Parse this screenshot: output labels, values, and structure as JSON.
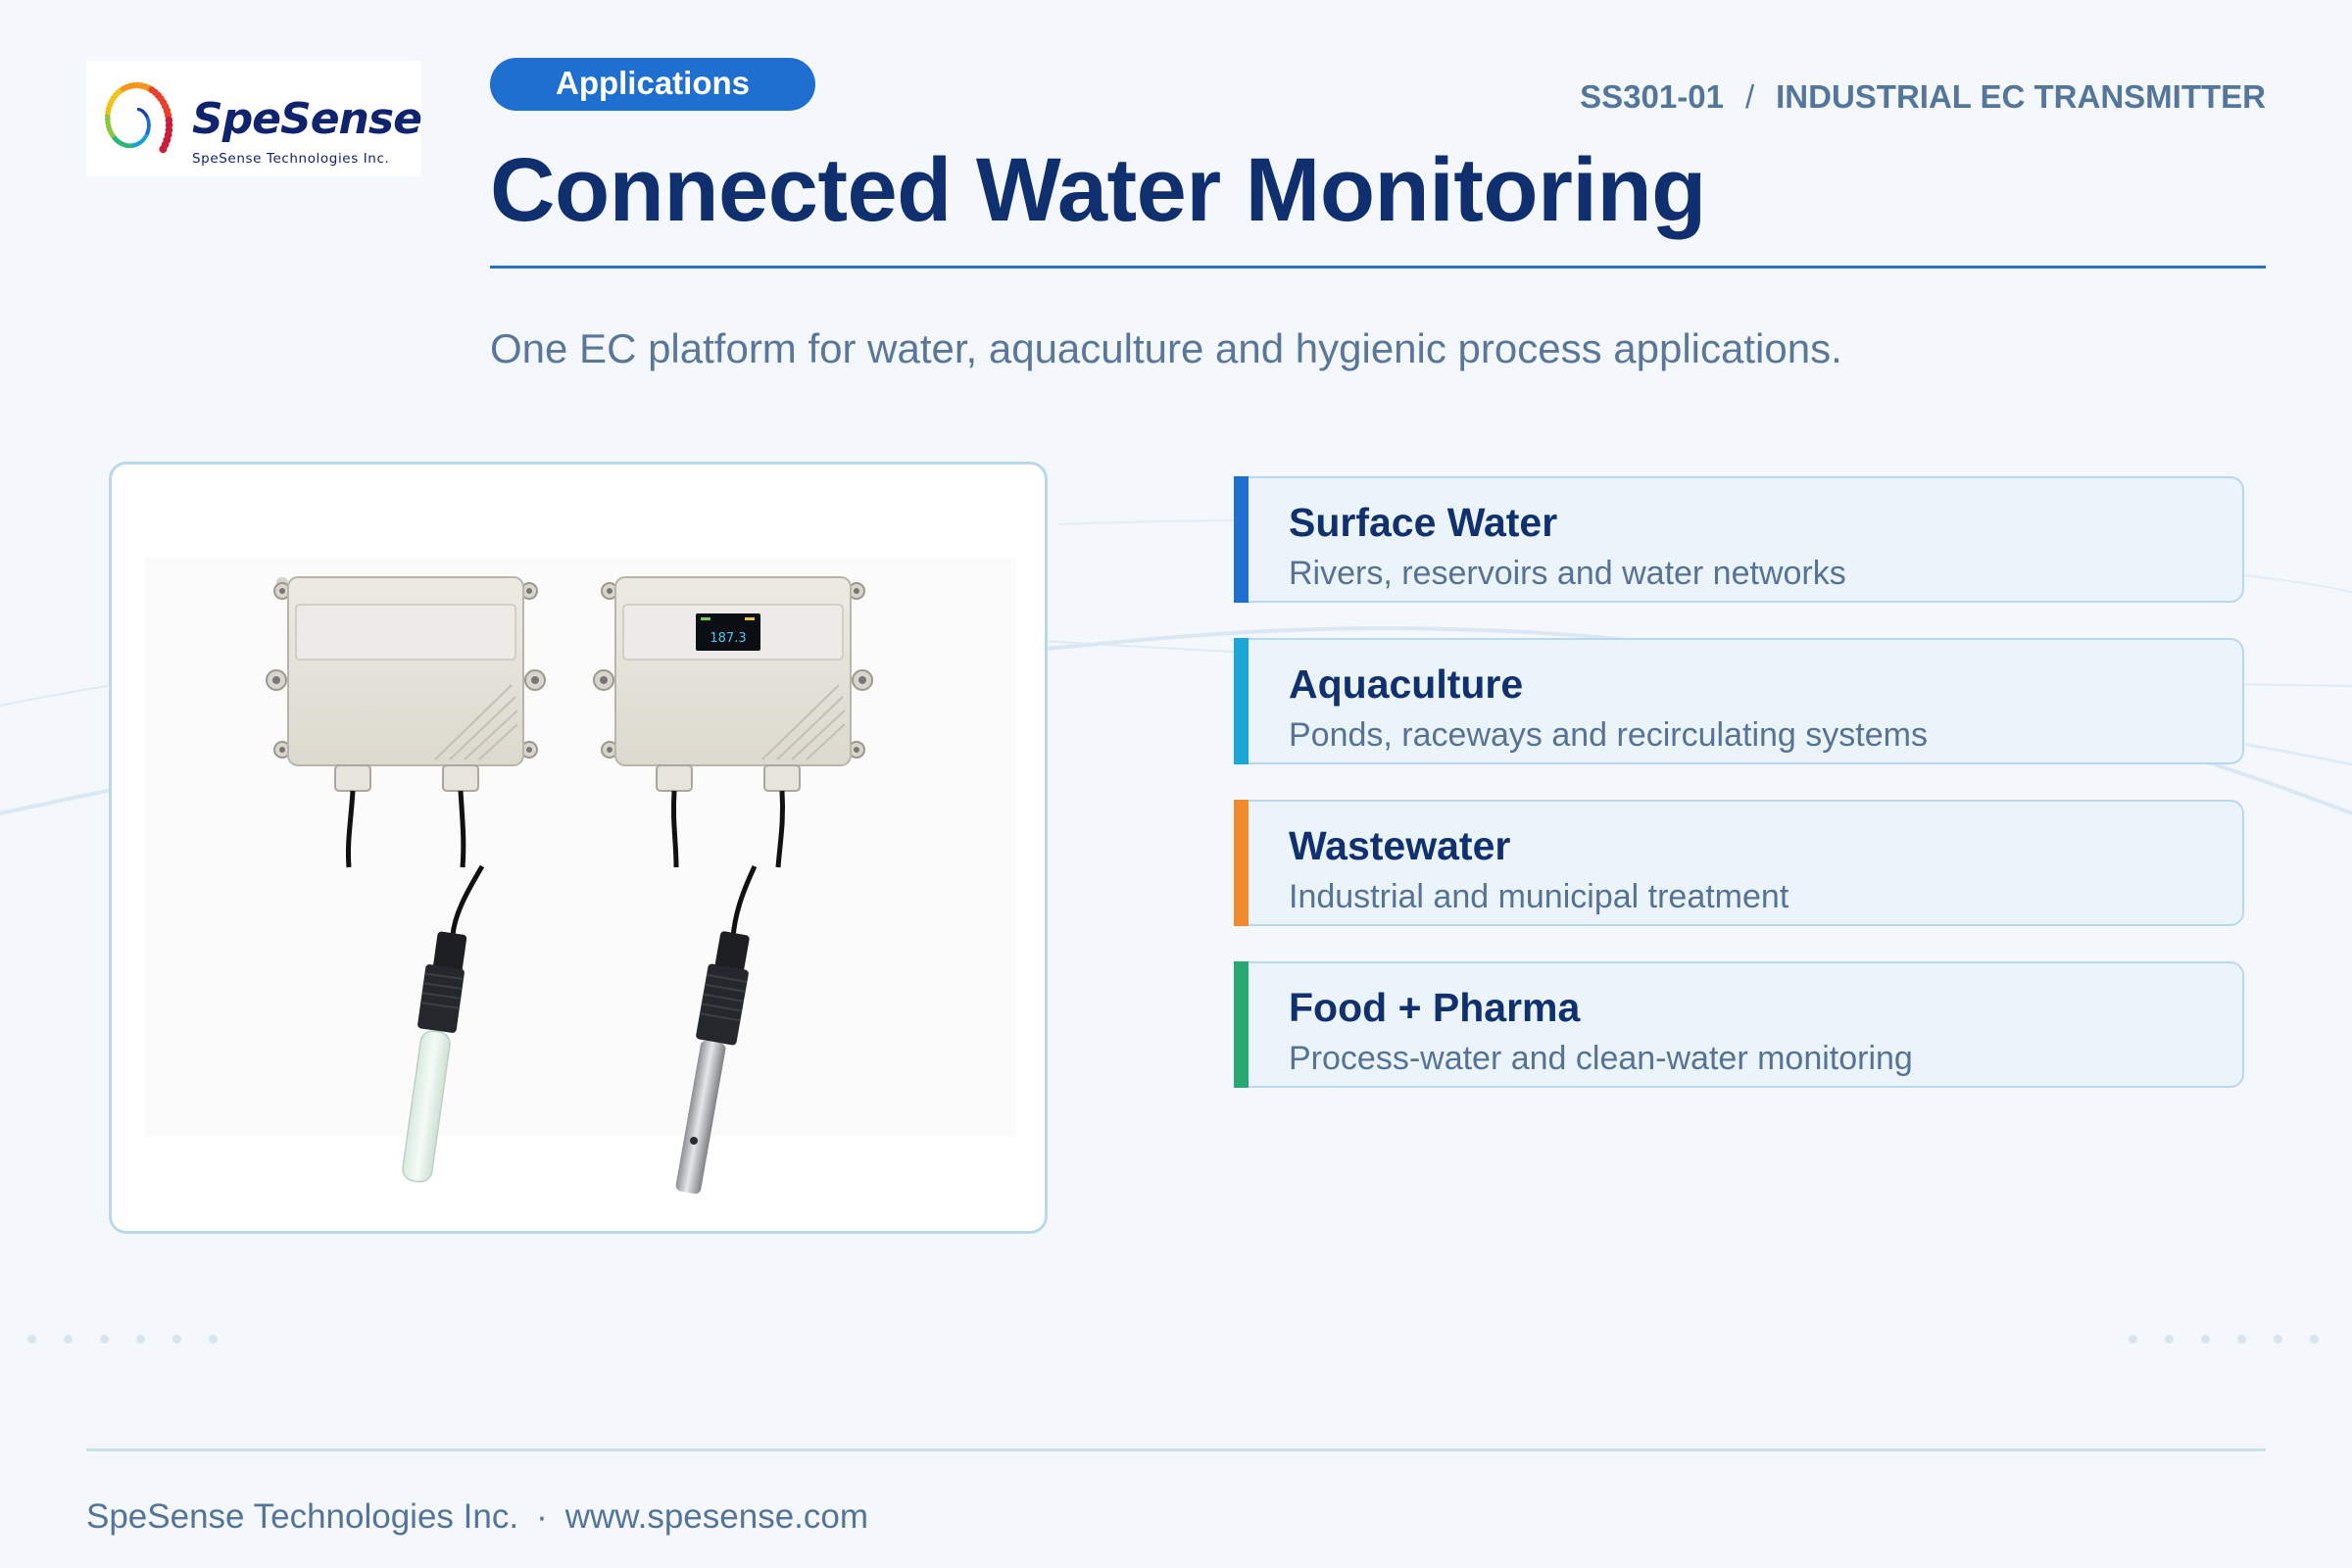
{
  "brand": {
    "name": "SpeSense",
    "tagline": "SpeSense Technologies Inc."
  },
  "header": {
    "badge": "Applications",
    "product_code": "SS301-01",
    "separator": "/",
    "product_name": "INDUSTRIAL EC TRANSMITTER",
    "title": "Connected Water Monitoring",
    "subtitle": "One EC platform for water, aquaculture and hygienic process applications."
  },
  "product_image": {
    "display_reading": "187.3"
  },
  "applications": [
    {
      "title": "Surface Water",
      "description": "Rivers, reservoirs and water networks",
      "accent": "#1f6fd0"
    },
    {
      "title": "Aquaculture",
      "description": "Ponds, raceways and recirculating systems",
      "accent": "#1aa7d6"
    },
    {
      "title": "Wastewater",
      "description": "Industrial and municipal treatment",
      "accent": "#f08a2c"
    },
    {
      "title": "Food + Pharma",
      "description": "Process-water and clean-water monitoring",
      "accent": "#2aa874"
    }
  ],
  "footer": {
    "company": "SpeSense Technologies Inc.",
    "separator": "·",
    "website": "www.spesense.com"
  },
  "colors": {
    "primary": "#1f6fd0",
    "title": "#0f2f6e",
    "background": "#f4f8fc"
  }
}
